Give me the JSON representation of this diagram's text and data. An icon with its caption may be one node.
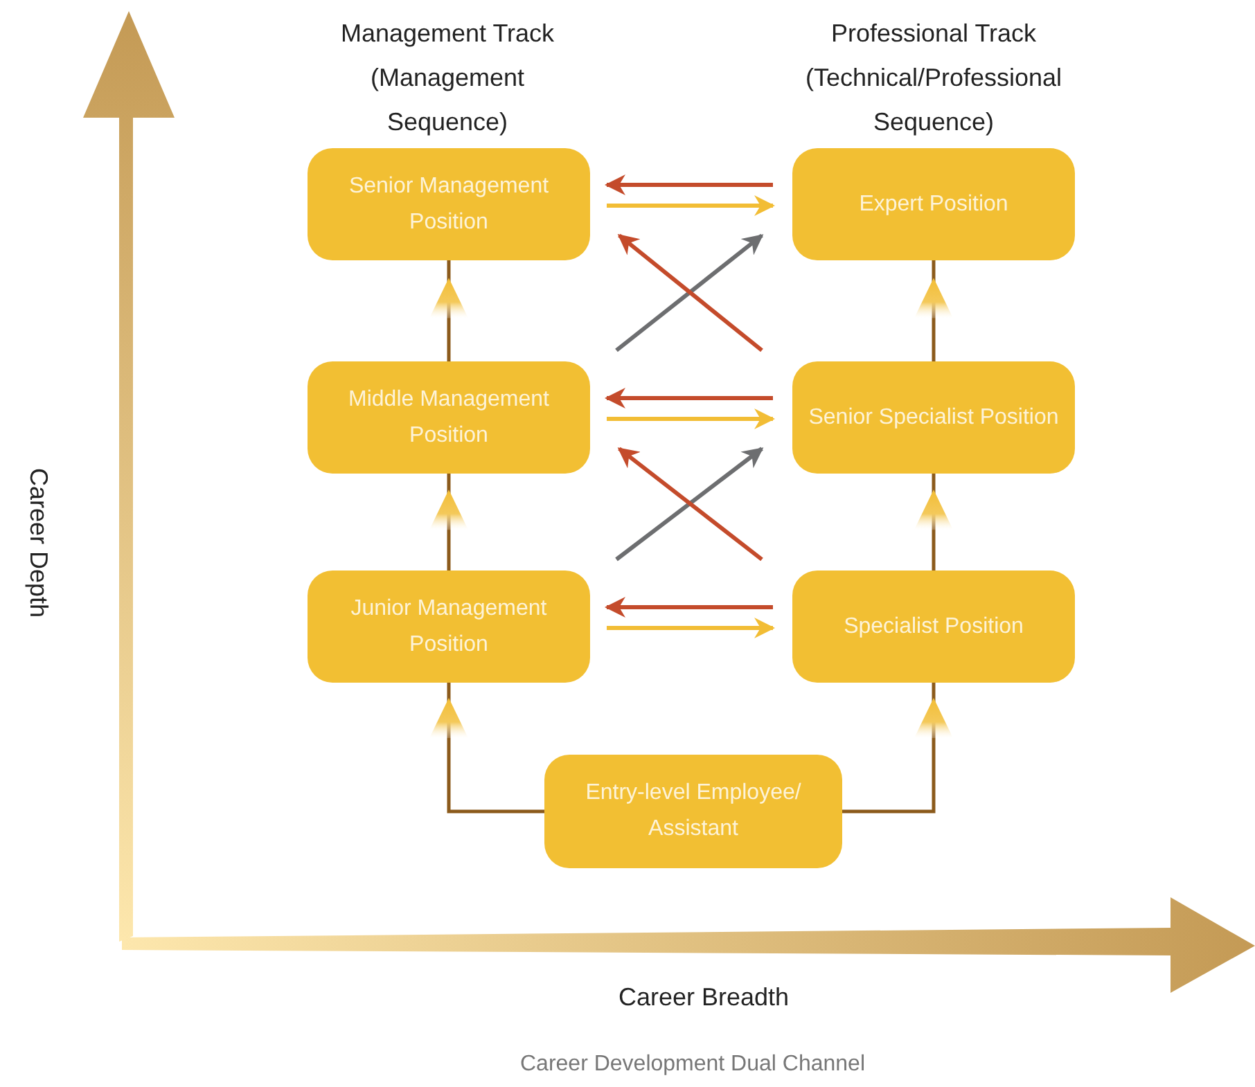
{
  "diagram": {
    "caption": "Career Development Dual Channel",
    "nodes": [
      {
        "text": [
          "Senior Management Position"
        ]
      },
      {
        "text": [
          "Expert Position"
        ]
      },
      {
        "text": [
          "Middle Management Position"
        ]
      },
      {
        "text": [
          "Senior Specialist Position"
        ]
      },
      {
        "text": [
          "Junior Management Position"
        ]
      },
      {
        "text": [
          "Specialist Position"
        ]
      },
      {
        "text": [
          "Entry-level Employee/ Assistant"
        ]
      }
    ],
    "edges": [
      {
        "from": 1,
        "to": 0,
        "arrow": "to",
        "color": "#c44b2b"
      },
      {
        "from": 0,
        "to": 1,
        "arrow": "to",
        "color": "#f2bd35"
      },
      {
        "from": 2,
        "to": 1,
        "arrow": "to",
        "color": "#6d6e70"
      },
      {
        "from": 3,
        "to": 0,
        "arrow": "to",
        "color": "#c44b2b"
      },
      {
        "from": 2,
        "to": 0,
        "arrow": "to"
      },
      {
        "from": 3,
        "to": 1,
        "arrow": "to"
      },
      {
        "from": 3,
        "to": 2,
        "arrow": "to",
        "color": "#c44b2b"
      },
      {
        "from": 2,
        "to": 3,
        "arrow": "to",
        "color": "#f2bd35"
      },
      {
        "from": 4,
        "to": 3,
        "arrow": "to",
        "color": "#6d6e70"
      },
      {
        "from": 5,
        "to": 2,
        "arrow": "to",
        "color": "#c44b2b"
      },
      {
        "from": 4,
        "to": 2,
        "arrow": "to"
      },
      {
        "from": 5,
        "to": 3,
        "arrow": "to"
      },
      {
        "from": 5,
        "to": 4,
        "arrow": "to",
        "color": "#c44b2b"
      },
      {
        "from": 4,
        "to": 5,
        "arrow": "to",
        "color": "#f2bd35"
      },
      {
        "from": 6,
        "to": 4,
        "arrow": "to"
      },
      {
        "from": 6,
        "to": 5,
        "arrow": "to"
      }
    ],
    "labels": [
      "Management Track (Management Sequence)",
      "Professional Track (Technical/Professional Sequence)",
      "Career Depth",
      "Career Breadth"
    ]
  }
}
